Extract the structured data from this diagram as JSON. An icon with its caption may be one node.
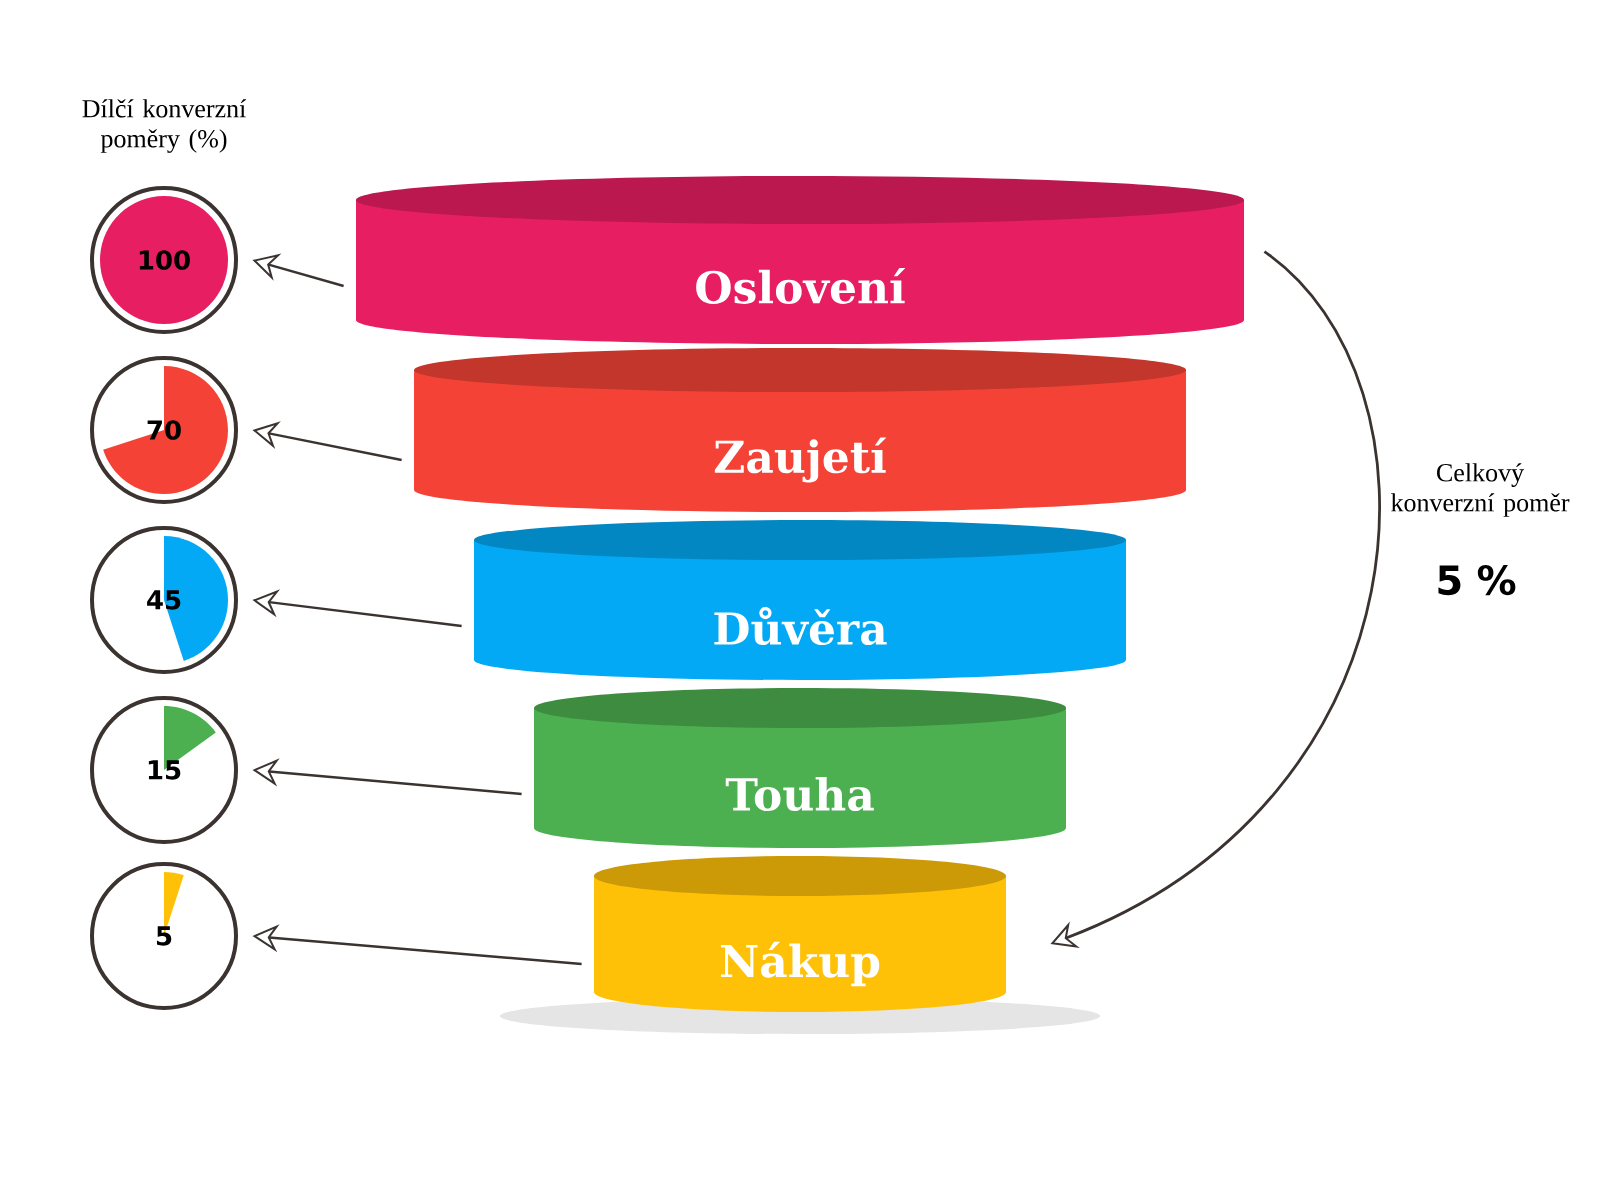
{
  "diagram": {
    "nodes": [
      {
        "text": [
          "Oslovení"
        ]
      },
      {
        "text": [
          "Zaujetí"
        ]
      },
      {
        "text": [
          "Důvěra"
        ]
      },
      {
        "text": [
          "Touha"
        ]
      },
      {
        "text": [
          "Nákup"
        ]
      },
      {
        "text": [
          "100"
        ]
      },
      {
        "text": [
          "70"
        ]
      },
      {
        "text": [
          "45"
        ]
      },
      {
        "text": [
          "15"
        ]
      },
      {
        "text": [
          "5"
        ]
      }
    ],
    "edges": [
      {
        "from": 0,
        "to": 5,
        "arrow": "to"
      },
      {
        "from": 1,
        "to": 6,
        "arrow": "to"
      },
      {
        "from": 2,
        "to": 7,
        "arrow": "to"
      },
      {
        "from": 3,
        "to": 8,
        "arrow": "to"
      },
      {
        "from": 4,
        "to": 9,
        "arrow": "to"
      },
      {
        "from": 0,
        "to": 4,
        "arrow": "to"
      }
    ],
    "labels": [
      "Dílčí konverzní poměry (%)",
      "Celkový konverzní poměr",
      "5 %"
    ]
  }
}
